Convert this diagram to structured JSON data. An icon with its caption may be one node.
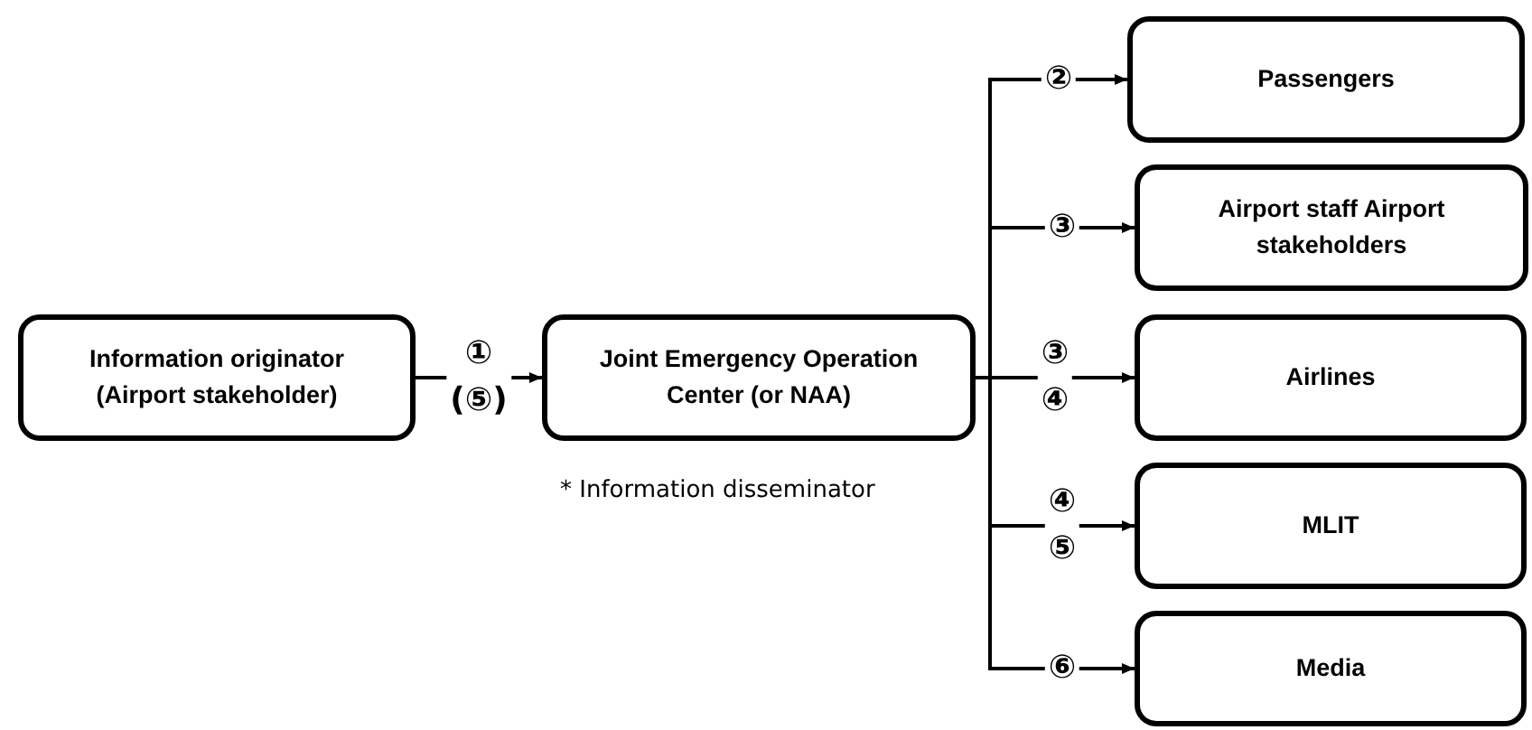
{
  "diagram": {
    "nodes": [
      {
        "text": [
          "Information originator (Airport stakeholder)"
        ]
      },
      {
        "text": [
          "Joint Emergency Operation Center (or NAA)"
        ]
      },
      {
        "text": [
          "Passengers"
        ]
      },
      {
        "text": [
          "Airport staff Airport stakeholders"
        ]
      },
      {
        "text": [
          "Airlines"
        ]
      },
      {
        "text": [
          "MLIT"
        ]
      },
      {
        "text": [
          "Media"
        ]
      }
    ],
    "edges": [
      {
        "from": 0,
        "to": 1,
        "arrow": "to",
        "label": "① (⑤)"
      },
      {
        "from": 1,
        "to": 2,
        "arrow": "to",
        "label": "②"
      },
      {
        "from": 1,
        "to": 3,
        "arrow": "to",
        "label": "③"
      },
      {
        "from": 1,
        "to": 4,
        "arrow": "to",
        "label": "③ ④"
      },
      {
        "from": 1,
        "to": 5,
        "arrow": "to",
        "label": "④ ⑤"
      },
      {
        "from": 1,
        "to": 6,
        "arrow": "to",
        "label": "⑥"
      }
    ],
    "labels": [
      "* Information disseminator"
    ]
  }
}
